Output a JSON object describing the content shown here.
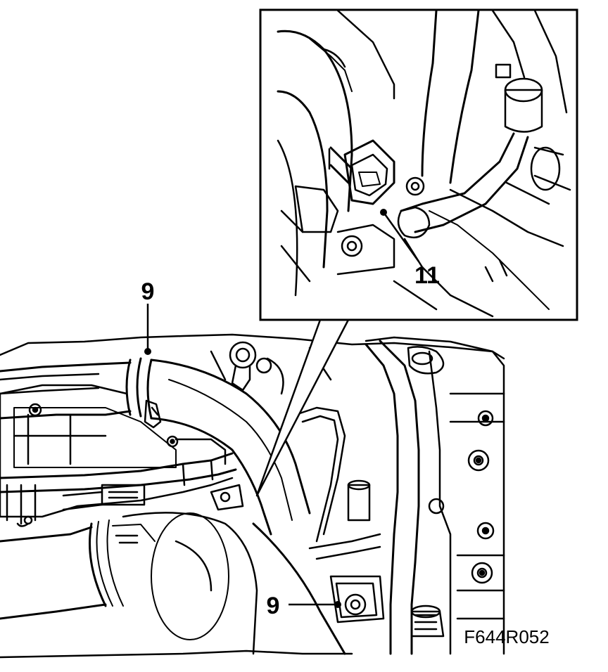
{
  "figure_code": "F644R052",
  "callouts": [
    {
      "id": "callout-9-upper",
      "label": "9"
    },
    {
      "id": "callout-9-lower",
      "label": "9"
    },
    {
      "id": "callout-11",
      "label": "11"
    }
  ],
  "colors": {
    "line": "#000000",
    "background": "#ffffff",
    "shading": "#9a9a9a"
  }
}
